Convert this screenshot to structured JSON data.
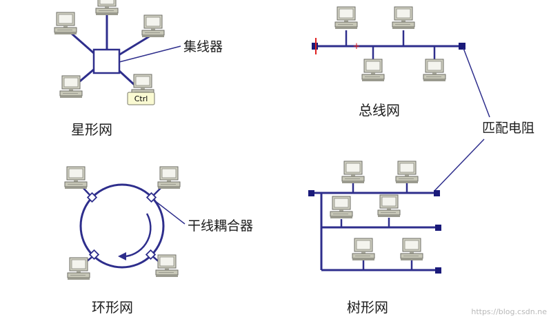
{
  "labels": {
    "star_title": "星形网",
    "hub": "集线器",
    "bus_title": "总线网",
    "terminator": "匹配电阻",
    "ring_title": "环形网",
    "coupler": "干线耦合器",
    "tree_title": "树形网",
    "ctrl_tooltip": "Ctrl",
    "watermark": "https://blog.csdn.ne"
  },
  "colors": {
    "line": "#2e2e8c",
    "terminator_fill": "#1a1a7a",
    "bus_mark": "#e02020",
    "computer_body": "#c8c8b8"
  }
}
